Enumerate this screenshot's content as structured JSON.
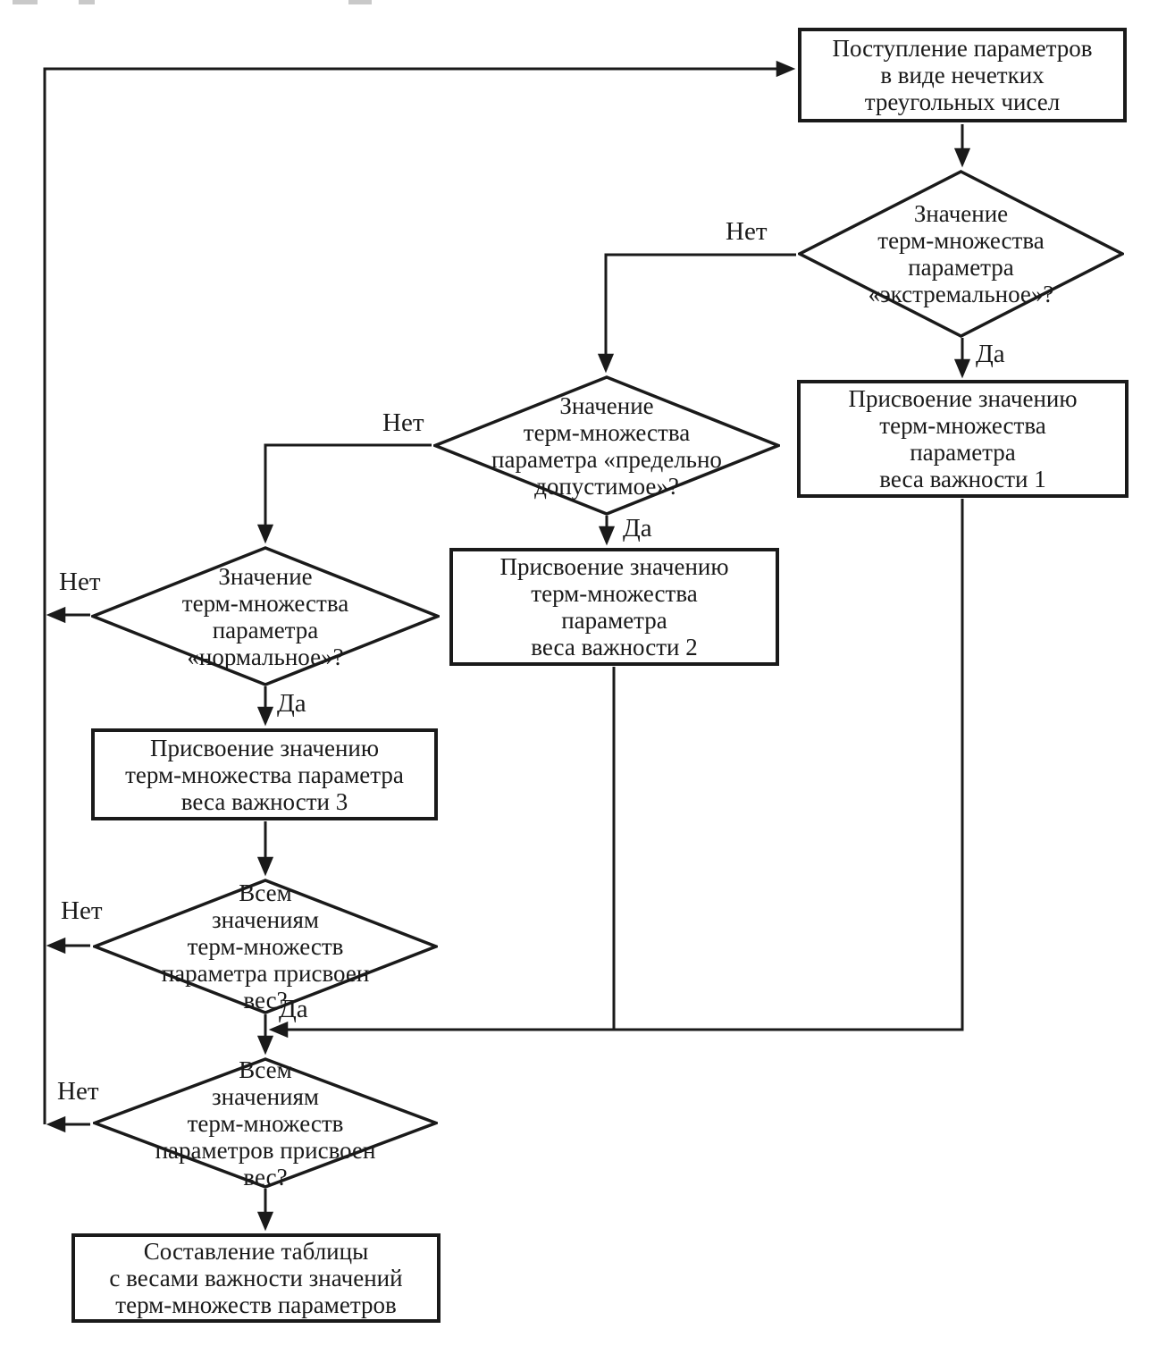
{
  "nodes": {
    "start": {
      "text": "Поступление параметров\nв виде нечетких\nтреугольных чисел"
    },
    "decision_extreme": {
      "text": "Значение\nтерм-множества\nпараметра\n«экстремальное»?"
    },
    "weight1": {
      "text": "Присвоение значению\nтерм-множества\nпараметра\nвеса важности 1"
    },
    "decision_limit": {
      "text": "Значение\nтерм-множества\nпараметра «предельно\nдопустимое»?"
    },
    "weight2": {
      "text": "Присвоение значению\nтерм-множества\nпараметра\nвеса важности 2"
    },
    "decision_normal": {
      "text": "Значение\nтерм-множества\nпараметра\n«нормальное»?"
    },
    "weight3": {
      "text": "Присвоение значению\nтерм-множества параметра\nвеса важности 3"
    },
    "decision_all_terms_parameter": {
      "text": "Всем\nзначениям\nтерм-множеств\nпараметра присвоен\nвес?"
    },
    "decision_all_terms_parameters": {
      "text": "Всем\nзначениям\nтерм-множеств\nпараметров присвоен\nвес?"
    },
    "final": {
      "text": "Составление таблицы\nс весами важности значений\nтерм-множеств параметров"
    }
  },
  "labels": {
    "yes": "Да",
    "no": "Нет"
  },
  "colors": {
    "ink": "#1a1a1a",
    "background": "#ffffff"
  }
}
